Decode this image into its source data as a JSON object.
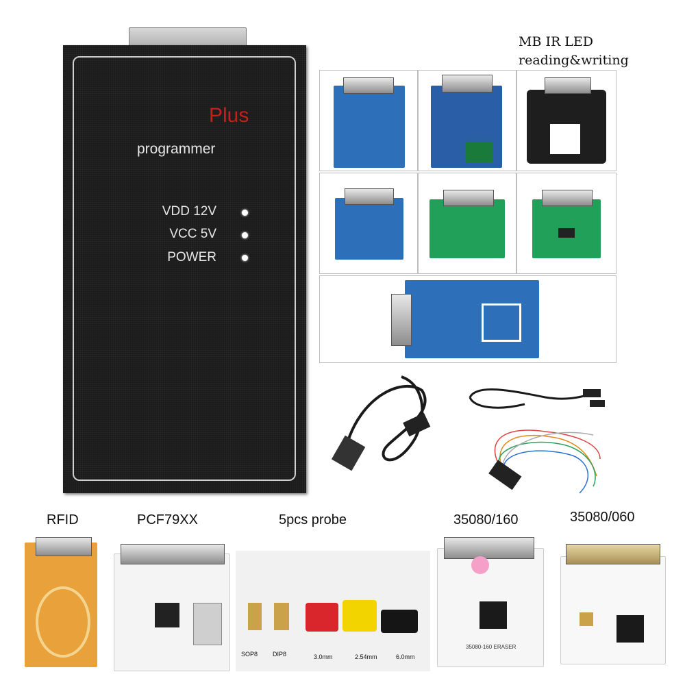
{
  "programmer": {
    "brand_text": "Plus",
    "model_text": "programmer",
    "leds": [
      "VDD 12V",
      "VCC 5V",
      "POWER"
    ]
  },
  "adapters_header": {
    "line1": "MB IR LED",
    "line2": "reading&writing"
  },
  "accessories": [
    {
      "caption": "RFID"
    },
    {
      "caption": "PCF79XX"
    },
    {
      "caption": "5pcs probe",
      "probes": [
        "SOP8",
        "DIP8",
        "3.0mm",
        "2.54mm",
        "6.0mm"
      ]
    },
    {
      "caption": "35080/160",
      "board_text": "35080-160 ERASER"
    },
    {
      "caption": "35080/060"
    }
  ],
  "colors": {
    "box": "#1b1b1b",
    "plus_red": "#c81e1e",
    "pcb_blue": "#2d6fb8",
    "pcb_green": "#21a05a",
    "pcb_orange": "#e9a23b"
  }
}
